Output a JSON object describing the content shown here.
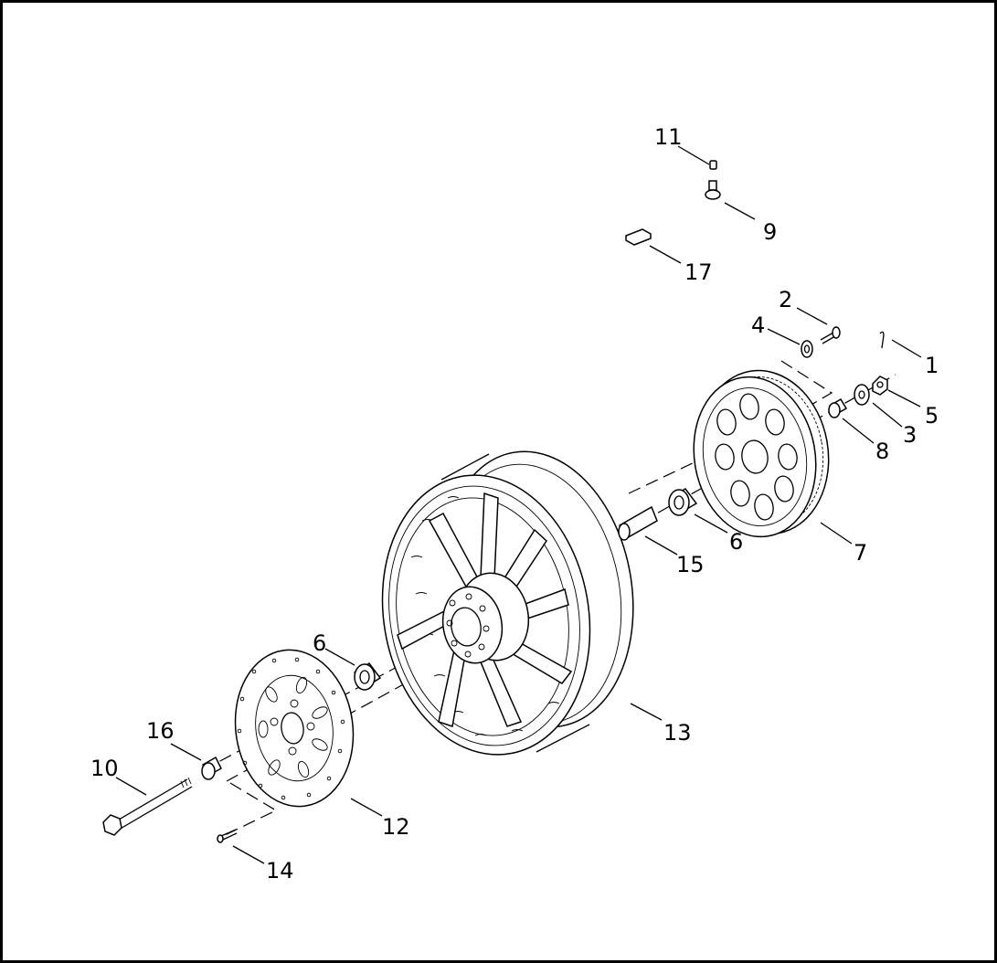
{
  "diagram": {
    "labels": {
      "p1": "1",
      "p2": "2",
      "p3": "3",
      "p4": "4",
      "p5": "5",
      "p6a": "6",
      "p6b": "6",
      "p7": "7",
      "p8": "8",
      "p9": "9",
      "p10": "10",
      "p11": "11",
      "p12": "12",
      "p13": "13",
      "p14": "14",
      "p15": "15",
      "p16": "16",
      "p17": "17"
    },
    "colors": {
      "line": "#000000",
      "background": "#ffffff"
    }
  }
}
